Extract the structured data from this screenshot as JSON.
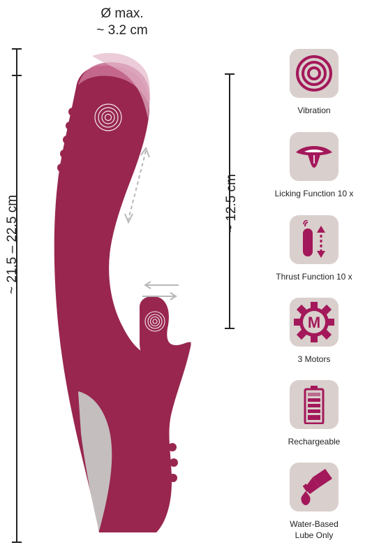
{
  "dimensions": {
    "diameter_line1": "Ø max.",
    "diameter_line2": "~  3.2 cm",
    "total_length": "~ 21.5 – 22.5 cm",
    "insertable_length": "~ 12.5 cm"
  },
  "colors": {
    "product": "#98264f",
    "product_highlight": "#c96f94",
    "handle_accent": "#c4bebe",
    "tile_bg": "#d9cfcc",
    "icon_fill": "#a3185a",
    "arrow": "#b8b8b8"
  },
  "features": [
    {
      "icon": "vibration-icon",
      "label": "Vibration"
    },
    {
      "icon": "licking-tongue-icon",
      "label": "Licking Function 10 x"
    },
    {
      "icon": "thrust-icon",
      "label": "Thrust Function 10 x"
    },
    {
      "icon": "motor-gear-icon",
      "label": "3 Motors"
    },
    {
      "icon": "battery-icon",
      "label": "Rechargeable"
    },
    {
      "icon": "lube-tube-icon",
      "label": "Water-Based\nLube Only"
    }
  ],
  "motor_letter": "M"
}
